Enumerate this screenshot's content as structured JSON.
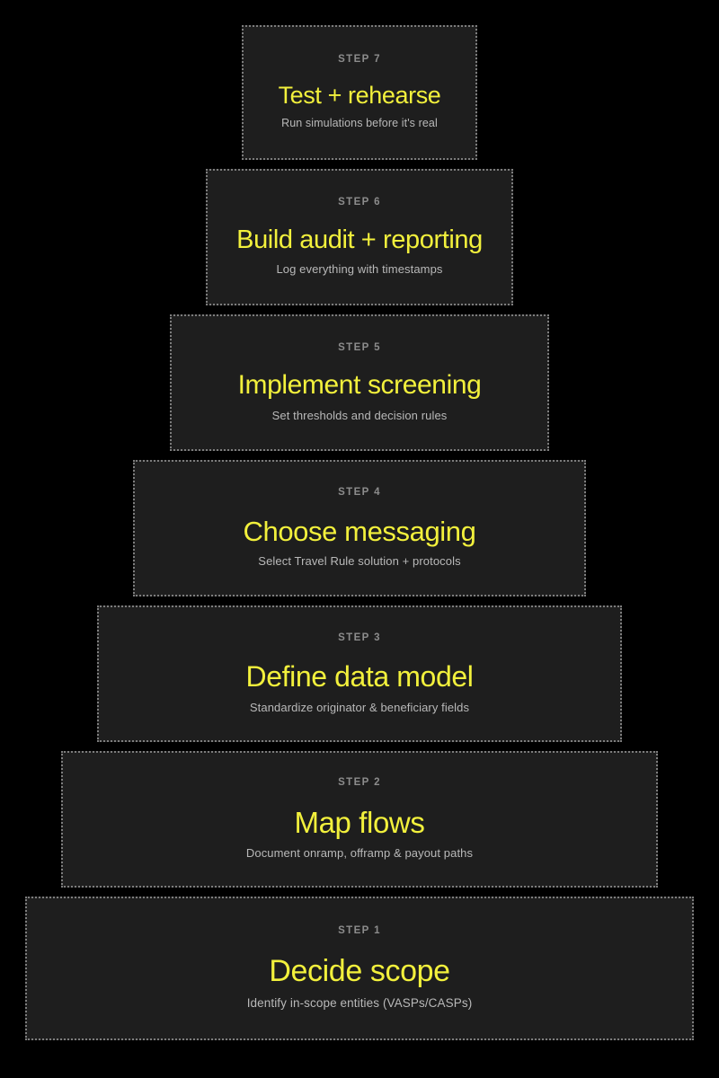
{
  "page": {
    "background_color": "#000000",
    "card_background_color": "#1e1e1e",
    "card_border_color": "#7d7d7d",
    "accent_color": "#f2f03c",
    "label_color": "#8c8c8c",
    "subtitle_color": "#b9b9b9"
  },
  "steps": [
    {
      "label": "STEP 7",
      "title": "Test + rehearse",
      "subtitle": "Run simulations before it's real"
    },
    {
      "label": "STEP 6",
      "title": "Build audit + reporting",
      "subtitle": "Log everything with timestamps"
    },
    {
      "label": "STEP 5",
      "title": "Implement screening",
      "subtitle": "Set thresholds and decision rules"
    },
    {
      "label": "STEP 4",
      "title": "Choose messaging",
      "subtitle": "Select Travel Rule solution + protocols"
    },
    {
      "label": "STEP 3",
      "title": "Define data model",
      "subtitle": "Standardize originator & beneficiary fields"
    },
    {
      "label": "STEP 2",
      "title": "Map flows",
      "subtitle": "Document onramp, offramp & payout paths"
    },
    {
      "label": "STEP 1",
      "title": "Decide scope",
      "subtitle": "Identify in-scope entities (VASPs/CASPs)"
    }
  ]
}
